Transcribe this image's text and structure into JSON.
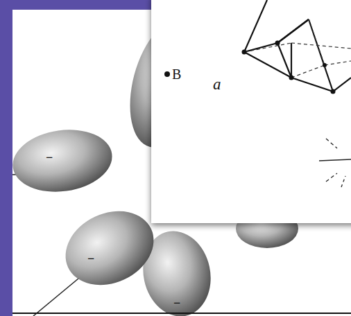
{
  "diagram": {
    "labels": [
      "B",
      "a",
      "−",
      "−",
      "−"
    ]
  }
}
